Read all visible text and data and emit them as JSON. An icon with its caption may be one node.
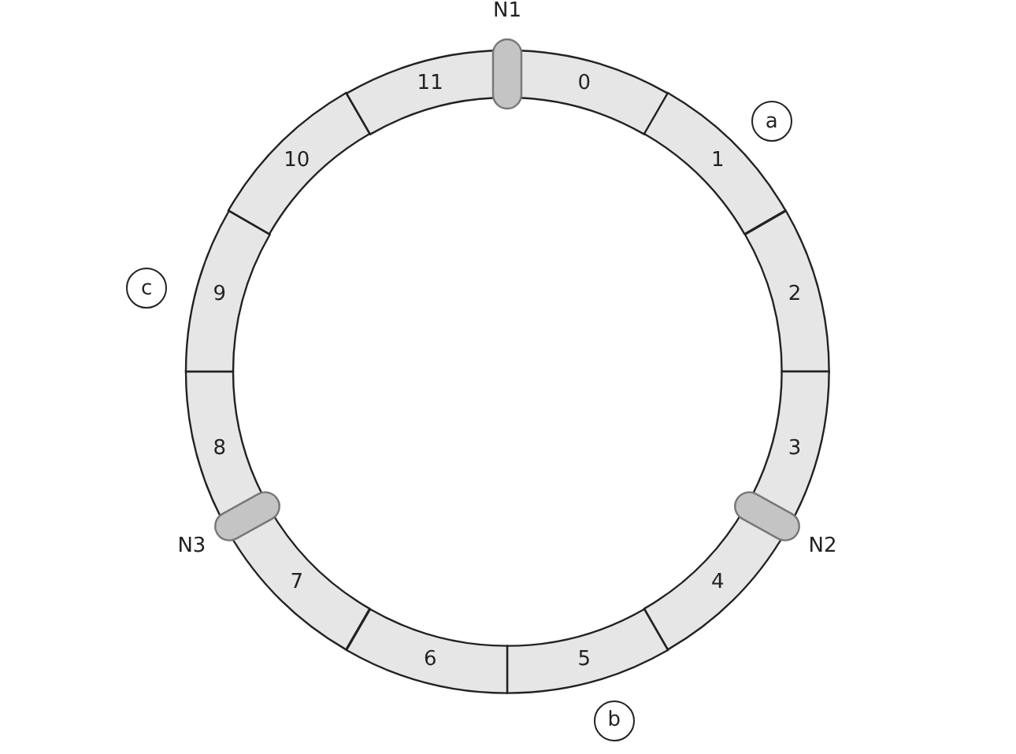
{
  "diagram": {
    "nodes": [
      {
        "text": [
          "0"
        ]
      },
      {
        "text": [
          "1"
        ]
      },
      {
        "text": [
          "2"
        ]
      },
      {
        "text": [
          "3"
        ]
      },
      {
        "text": [
          "4"
        ]
      },
      {
        "text": [
          "5"
        ]
      },
      {
        "text": [
          "6"
        ]
      },
      {
        "text": [
          "7"
        ]
      },
      {
        "text": [
          "8"
        ]
      },
      {
        "text": [
          "9"
        ]
      },
      {
        "text": [
          "10"
        ]
      },
      {
        "text": [
          "11"
        ]
      },
      {
        "text": [
          "N1"
        ]
      },
      {
        "text": [
          "N2"
        ]
      },
      {
        "text": [
          "N3"
        ]
      },
      {
        "text": [
          "a"
        ]
      },
      {
        "text": [
          "b"
        ]
      },
      {
        "text": [
          "c"
        ]
      }
    ]
  }
}
